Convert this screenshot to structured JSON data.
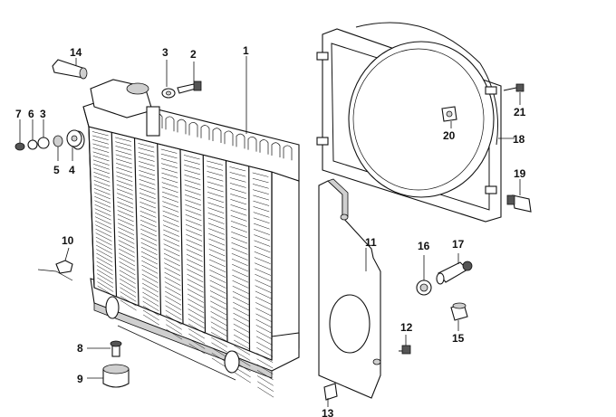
{
  "diagram": {
    "callouts": {
      "p1": "1",
      "p2": "2",
      "p3a": "3",
      "p3b": "3",
      "p4": "4",
      "p5": "5",
      "p6": "6",
      "p7": "7",
      "p8": "8",
      "p9": "9",
      "p10": "10",
      "p11": "11",
      "p12": "12",
      "p13": "13",
      "p14": "14",
      "p15": "15",
      "p16": "16",
      "p17": "17",
      "p18": "18",
      "p19": "19",
      "p20": "20",
      "p21": "21"
    }
  }
}
